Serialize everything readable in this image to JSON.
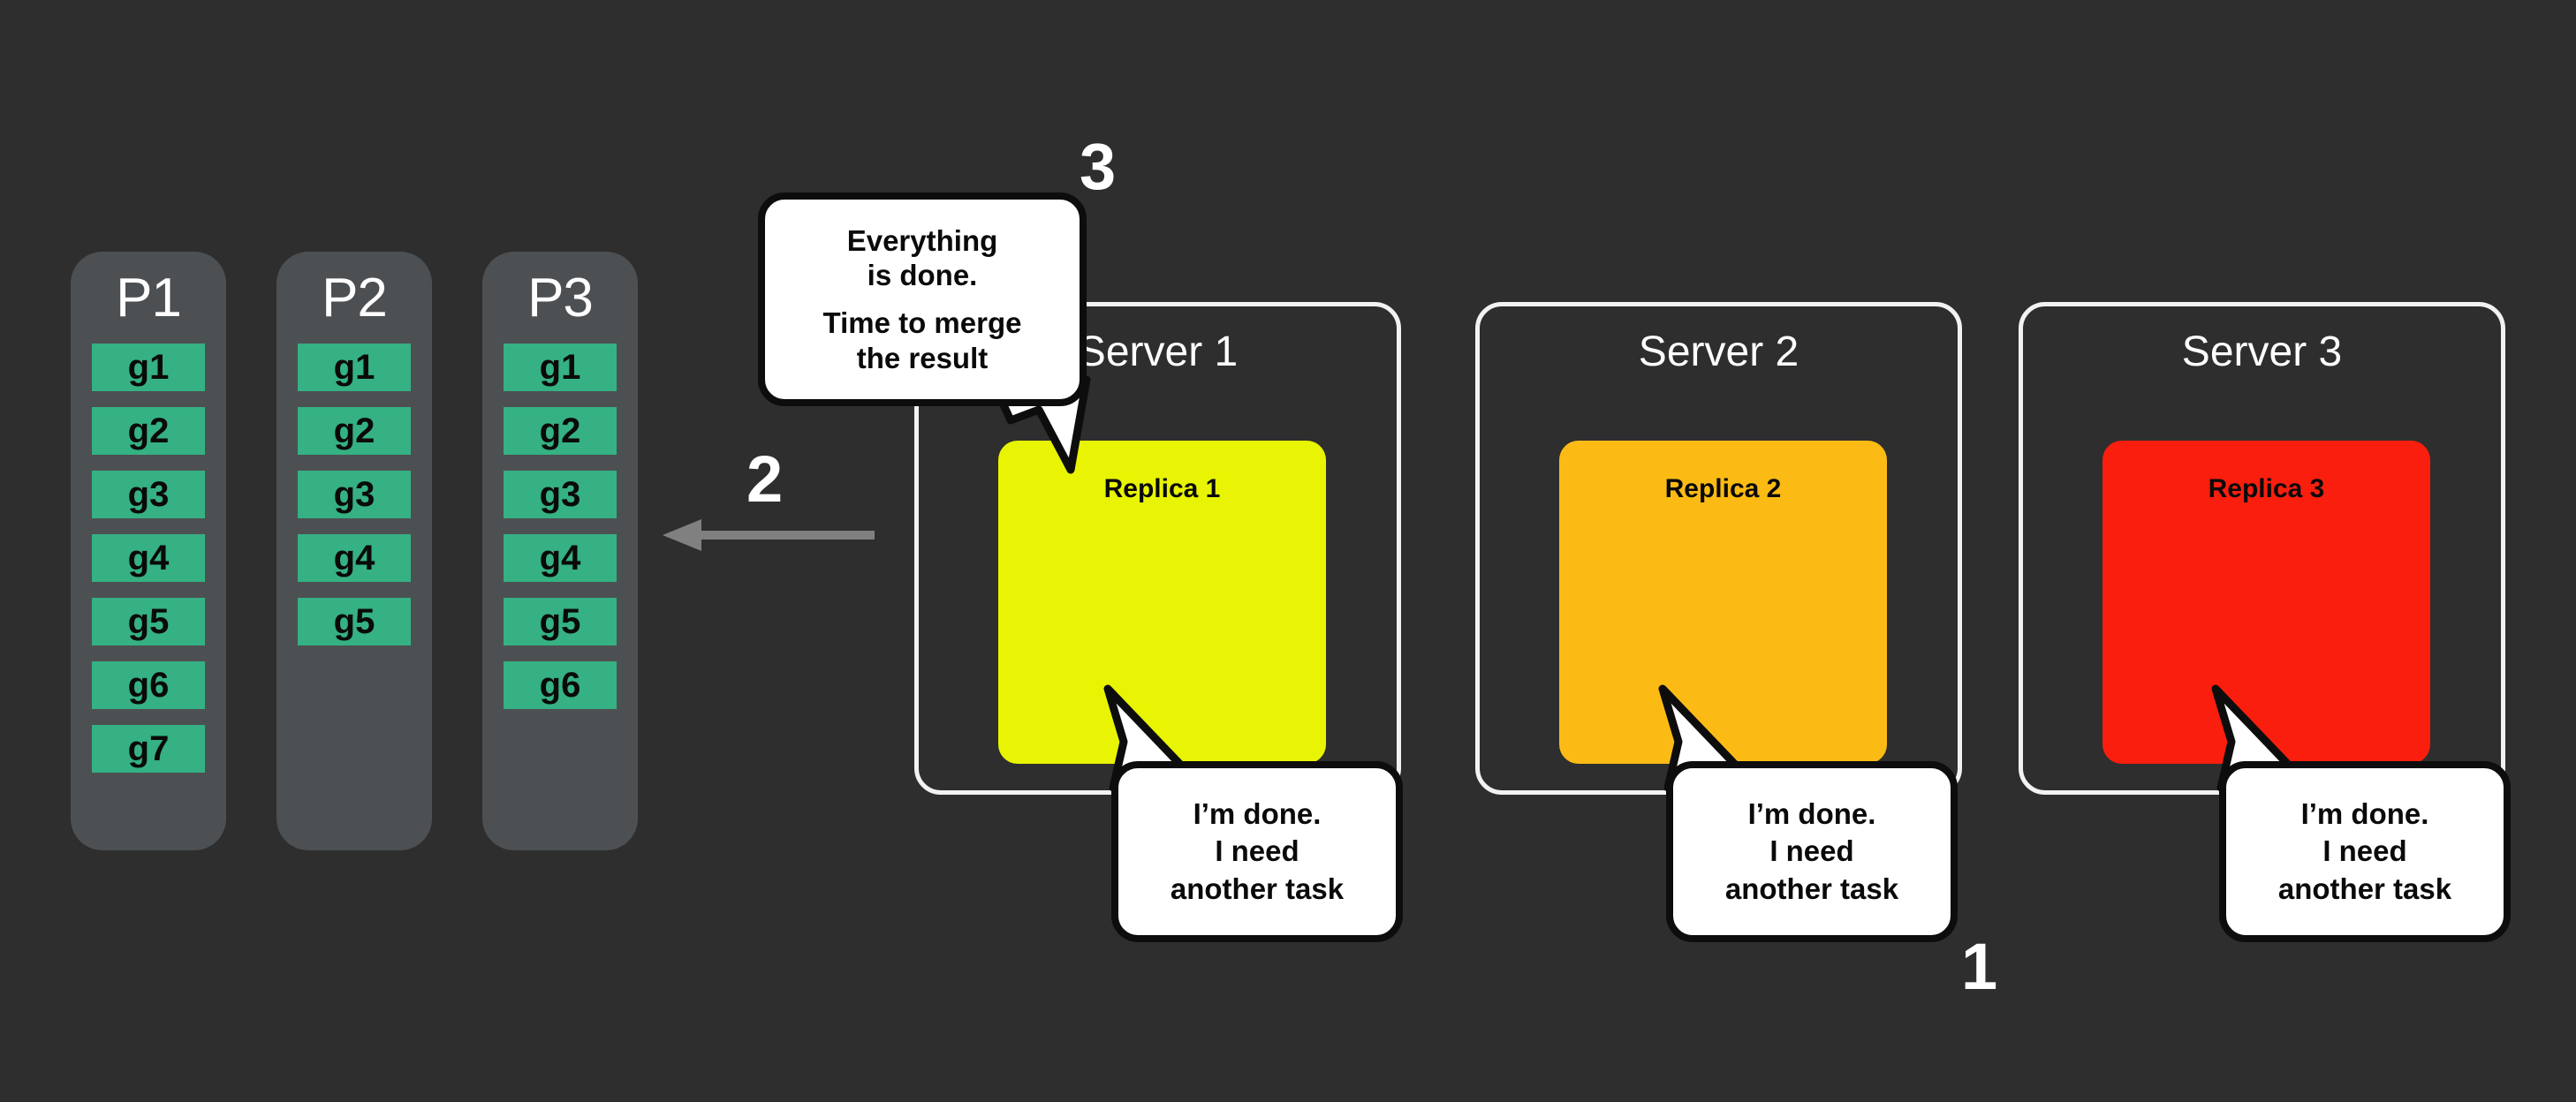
{
  "background_color": "#2e2e2e",
  "colors": {
    "panel": "#4d5053",
    "chunk_green": "#35b183",
    "replica_1": "#e8f403",
    "replica_2": "#fcbb14",
    "replica_3": "#fa1e0e",
    "frame_white": "#f2f2f2",
    "arrow_gray": "#808080",
    "bubble_fill": "#ffffff",
    "bubble_stroke": "#0d0d0d"
  },
  "partitions": [
    {
      "title": "P1",
      "chunks": [
        "g1",
        "g2",
        "g3",
        "g4",
        "g5",
        "g6",
        "g7"
      ]
    },
    {
      "title": "P2",
      "chunks": [
        "g1",
        "g2",
        "g3",
        "g4",
        "g5"
      ]
    },
    {
      "title": "P3",
      "chunks": [
        "g1",
        "g2",
        "g3",
        "g4",
        "g5",
        "g6"
      ]
    }
  ],
  "steps": {
    "one": "1",
    "two": "2",
    "three": "3"
  },
  "arrow": {
    "direction": "left",
    "label": "2"
  },
  "servers": [
    {
      "title": "Server 1",
      "replica_label": "Replica 1",
      "replica_color": "#e8f403"
    },
    {
      "title": "Server 2",
      "replica_label": "Replica 2",
      "replica_color": "#fcbb14"
    },
    {
      "title": "Server 3",
      "replica_label": "Replica 3",
      "replica_color": "#fa1e0e"
    }
  ],
  "bubbles": {
    "merge": {
      "line1": "Everything",
      "line2": "is done.",
      "line3": "Time to merge",
      "line4": "the result"
    },
    "done": {
      "line1": "I’m done.",
      "line2": "I need",
      "line3": "another task"
    }
  }
}
